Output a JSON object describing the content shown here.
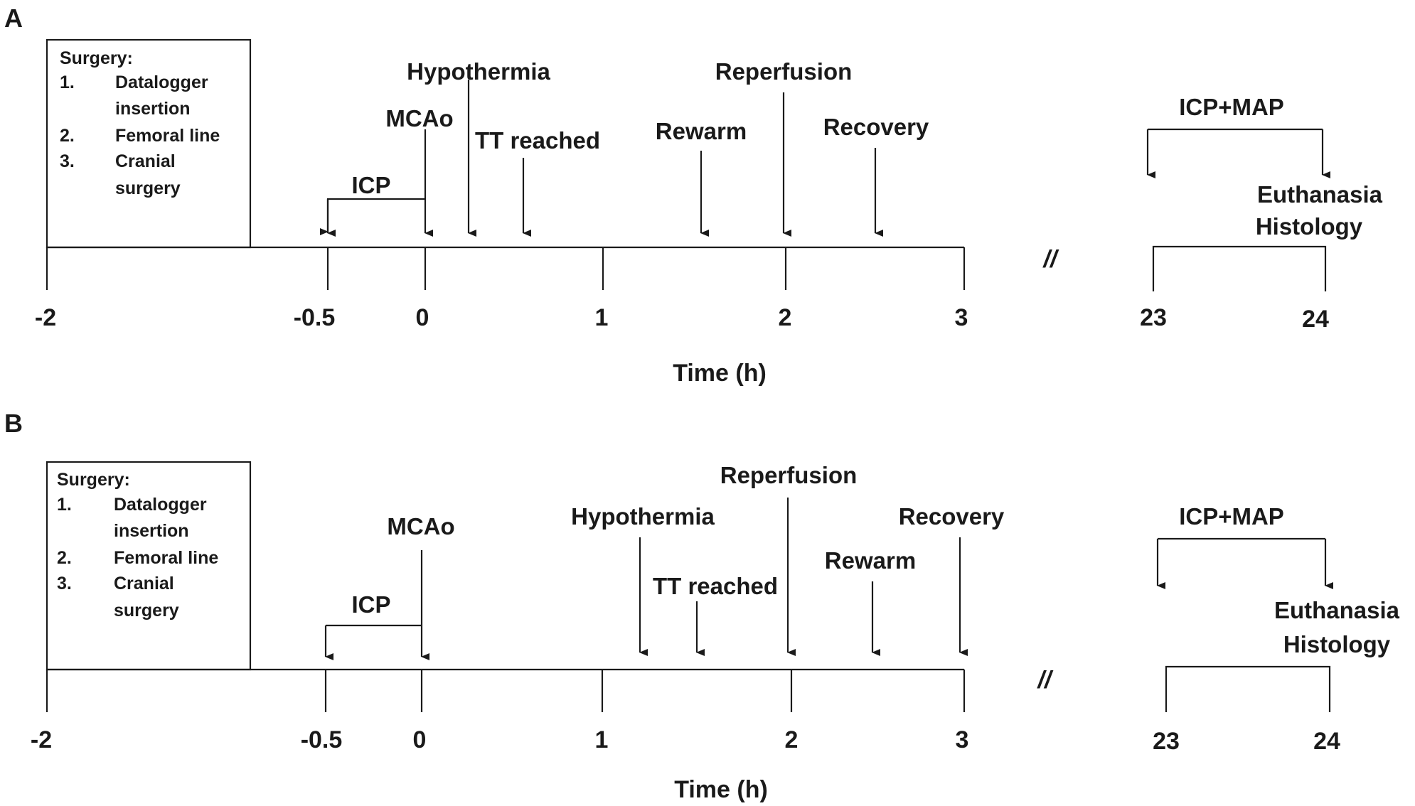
{
  "panels": [
    {
      "label": "A",
      "surgery": {
        "title": "Surgery:",
        "items": [
          {
            "num": "1.",
            "lines": [
              "Datalogger",
              "insertion"
            ]
          },
          {
            "num": "2.",
            "lines": [
              "Femoral line"
            ]
          },
          {
            "num": "3.",
            "lines": [
              "Cranial",
              "surgery"
            ]
          }
        ]
      },
      "ticks": [
        "-2",
        "-0.5",
        "0",
        "1",
        "2",
        "3",
        "23",
        "24"
      ],
      "axis_label": "Time (h)",
      "break_mark": "//",
      "icp_label": "ICP",
      "events": [
        {
          "label": "MCAo",
          "time": 0
        },
        {
          "label": "Hypothermia",
          "time": 0.25
        },
        {
          "label": "TT reached",
          "time": 0.55
        },
        {
          "label": "Rewarm",
          "time": 1.55
        },
        {
          "label": "Reperfusion",
          "time": 2
        },
        {
          "label": "Recovery",
          "time": 2.5
        }
      ],
      "late": {
        "bracket_label": "ICP+MAP",
        "end_labels": [
          "Euthanasia",
          "Histology"
        ]
      }
    },
    {
      "label": "B",
      "surgery": {
        "title": "Surgery:",
        "items": [
          {
            "num": "1.",
            "lines": [
              "Datalogger",
              "insertion"
            ]
          },
          {
            "num": "2.",
            "lines": [
              "Femoral line"
            ]
          },
          {
            "num": "3.",
            "lines": [
              "Cranial",
              "surgery"
            ]
          }
        ]
      },
      "ticks": [
        "-2",
        "-0.5",
        "0",
        "1",
        "2",
        "3",
        "23",
        "24"
      ],
      "axis_label": "Time (h)",
      "break_mark": "//",
      "icp_label": "ICP",
      "events": [
        {
          "label": "MCAo",
          "time": 0
        },
        {
          "label": "Hypothermia",
          "time": 1.2
        },
        {
          "label": "TT reached",
          "time": 1.5
        },
        {
          "label": "Reperfusion",
          "time": 2
        },
        {
          "label": "Rewarm",
          "time": 2.5
        },
        {
          "label": "Recovery",
          "time": 3
        }
      ],
      "late": {
        "bracket_label": "ICP+MAP",
        "end_labels": [
          "Euthanasia",
          "Histology"
        ]
      }
    }
  ]
}
